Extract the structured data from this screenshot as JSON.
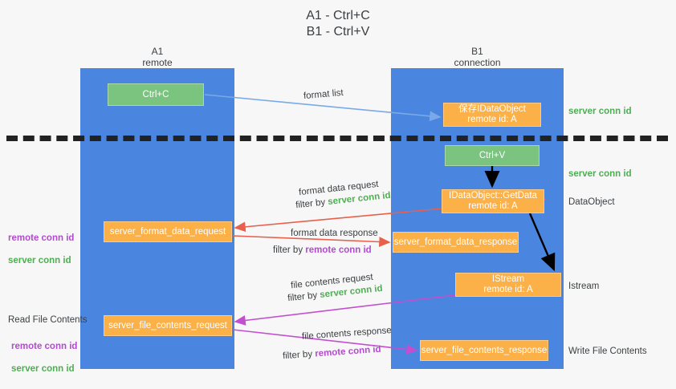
{
  "title": "A1 - Ctrl+C\nB1 - Ctrl+V",
  "lanes": {
    "a": {
      "header": "A1\nremote"
    },
    "b": {
      "header": "B1\nconnection"
    }
  },
  "nodes": {
    "ctrl_c": "Ctrl+C",
    "idataobject": "保存IDataObject\nremote id: A",
    "ctrl_v": "Ctrl+V",
    "getdata": "IDataObject::GetData\nremote id: A",
    "format_data_request": "server_format_data_request",
    "format_data_response": "server_format_data_response",
    "istream": "IStream\nremote id: A",
    "file_contents_request": "server_file_contents_request",
    "file_contents_response": "server_file_contents_response"
  },
  "annotations": {
    "format_list": "format list",
    "format_data_request": "format data request",
    "format_data_response": "format data response",
    "file_contents_request": "file contents request",
    "file_contents_response": "file contents response",
    "filter_by": "filter by",
    "server_conn_id": "server conn id",
    "remote_conn_id": "remote conn id"
  },
  "side_labels": {
    "server_conn_id": "server conn id",
    "remote_conn_id": "remote conn id",
    "dataobject": "DataObject",
    "istream": "Istream",
    "write_file_contents": "Write File Contents",
    "read_file_contents": "Read File Contents"
  },
  "colors": {
    "lane": "#4a86e0",
    "green_node": "#7ac47f",
    "orange_node": "#fbb048",
    "server_conn_id": "#4caf50",
    "remote_conn_id": "#b44ad0",
    "arrow_blue": "#7aa9e8",
    "arrow_red": "#e8604c",
    "arrow_magenta": "#c24fd0",
    "arrow_black": "#000000",
    "background": "#f7f7f7"
  }
}
